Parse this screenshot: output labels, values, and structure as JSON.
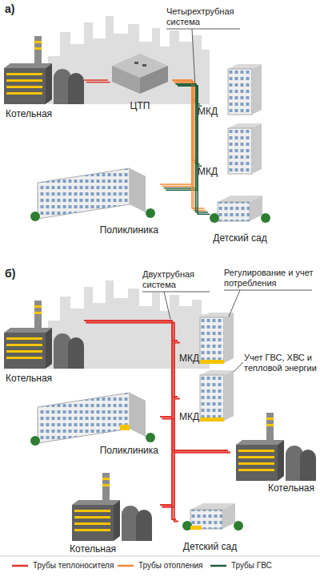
{
  "diagram": {
    "nodes": [
      {
        "text": [
          "Котельная"
        ]
      },
      {
        "text": [
          "ЦТП"
        ]
      },
      {
        "text": [
          "МКД"
        ]
      },
      {
        "text": [
          "МКД"
        ]
      },
      {
        "text": [
          "Поликлиника"
        ]
      },
      {
        "text": [
          "Детский сад"
        ]
      },
      {
        "text": [
          "Котельная"
        ]
      },
      {
        "text": [
          "МКД"
        ]
      },
      {
        "text": [
          "МКД"
        ]
      },
      {
        "text": [
          "Поликлиника"
        ]
      },
      {
        "text": [
          "Котельная"
        ]
      },
      {
        "text": [
          "Котельная"
        ]
      },
      {
        "text": [
          "Детский сад"
        ]
      }
    ],
    "edges": [
      {
        "from": 0,
        "to": 1,
        "arrow": "none"
      },
      {
        "from": 1,
        "to": 2,
        "arrow": "none"
      },
      {
        "from": 1,
        "to": 3,
        "arrow": "none"
      },
      {
        "from": 1,
        "to": 4,
        "arrow": "none"
      },
      {
        "from": 1,
        "to": 5,
        "arrow": "none"
      },
      {
        "from": 6,
        "to": 7,
        "arrow": "none"
      },
      {
        "from": 6,
        "to": 8,
        "arrow": "none"
      },
      {
        "from": 6,
        "to": 9,
        "arrow": "none"
      },
      {
        "from": 6,
        "to": 12,
        "arrow": "none"
      },
      {
        "from": 10,
        "to": 7,
        "arrow": "none"
      },
      {
        "from": 10,
        "to": 8,
        "arrow": "none"
      },
      {
        "from": 10,
        "to": 9,
        "arrow": "none"
      },
      {
        "from": 10,
        "to": 12,
        "arrow": "none"
      },
      {
        "from": 11,
        "to": 7,
        "arrow": "none"
      },
      {
        "from": 11,
        "to": 8,
        "arrow": "none"
      },
      {
        "from": 11,
        "to": 9,
        "arrow": "none"
      },
      {
        "from": 11,
        "to": 12,
        "arrow": "none"
      }
    ],
    "labels": [
      "а)",
      "Четырехтрубная система",
      "б)",
      "Двухтрубная система",
      "Регулирование и учет потребления",
      "Учет ГВС, ХВС и тепловой энергии"
    ],
    "legend": [
      {
        "text": "Трубы теплоносителя"
      },
      {
        "text": "Трубы отопления"
      },
      {
        "text": "Трубы ГВС"
      }
    ]
  }
}
